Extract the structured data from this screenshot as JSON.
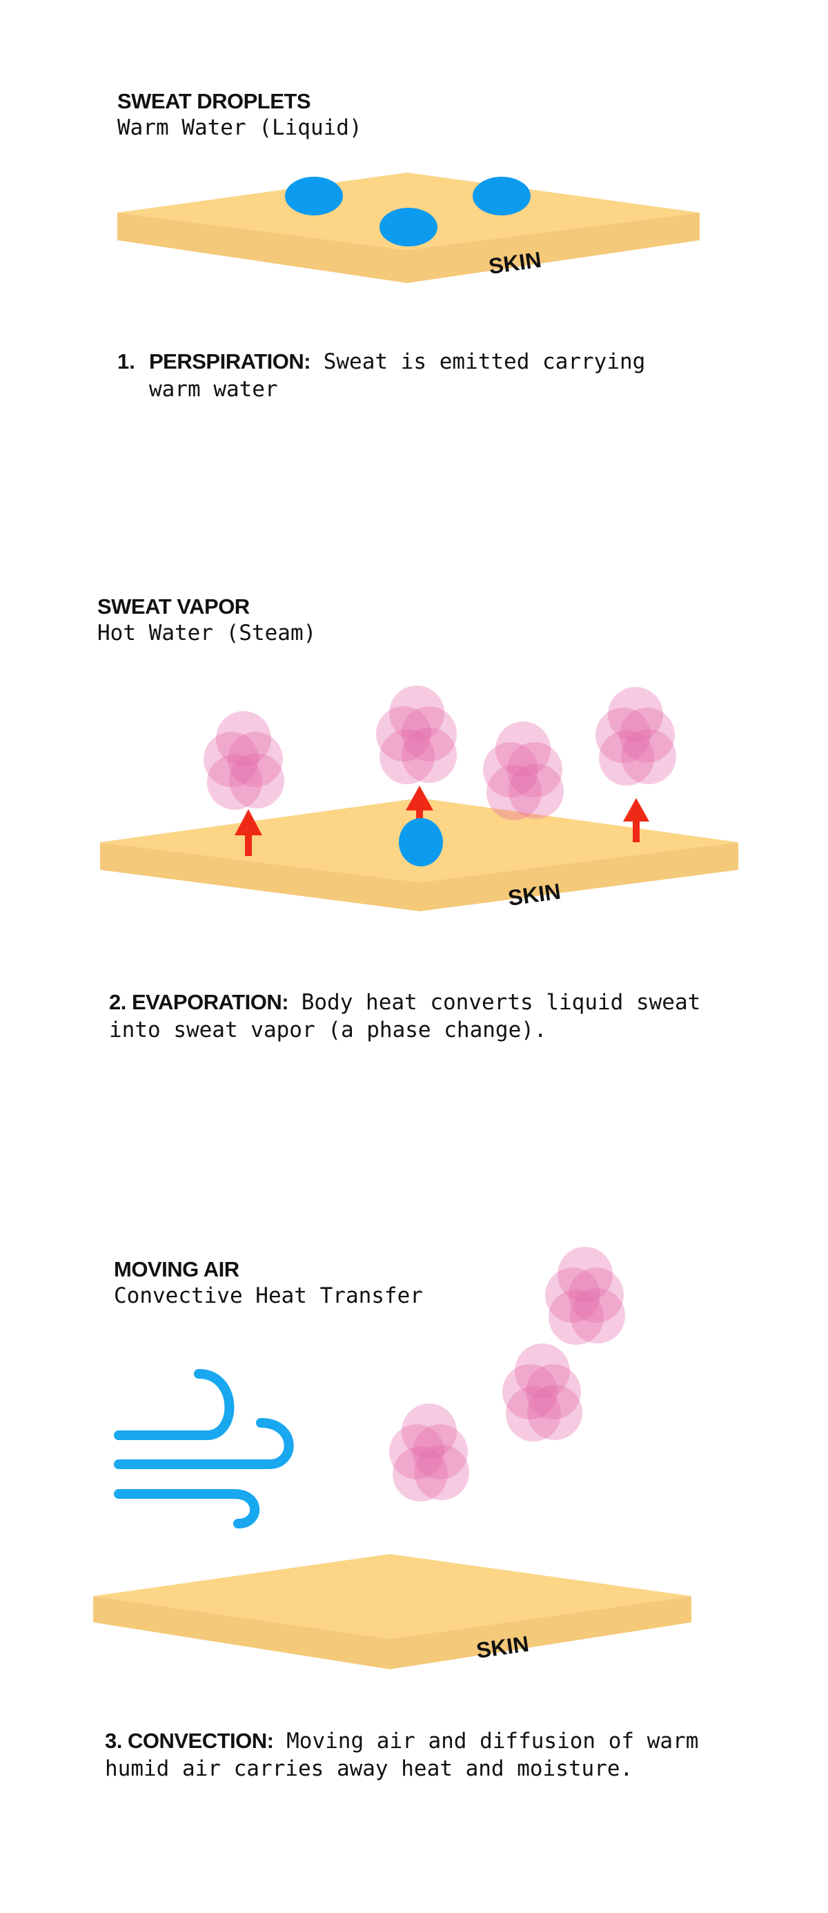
{
  "colors": {
    "skin_top": "#FCD587",
    "skin_side": "#F5C97A",
    "droplet": "#0C9BEF",
    "vapor": "#E56AA8",
    "arrow": "#EE2A16",
    "wind": "#19A7F0",
    "text": "#111111"
  },
  "panel1": {
    "title": "SWEAT DROPLETS",
    "subtitle": "Warm Water (Liquid)",
    "skin_label": "SKIN",
    "caption_number": "1.",
    "caption_lead": "PERSPIRATION:",
    "caption_text": "Sweat is emitted carrying warm water"
  },
  "panel2": {
    "title": "SWEAT VAPOR",
    "subtitle": "Hot Water (Steam)",
    "skin_label": "SKIN",
    "caption_lead": "2. EVAPORATION:",
    "caption_text": "Body heat converts liquid sweat into sweat vapor (a phase change)."
  },
  "panel3": {
    "title": "MOVING AIR",
    "subtitle": "Convective Heat Transfer",
    "skin_label": "SKIN",
    "caption_lead": "3. CONVECTION:",
    "caption_text": "Moving air and diffusion of warm humid air carries away heat and moisture."
  },
  "icons": [
    "sweat-droplet-icon",
    "vapor-cloud-icon",
    "up-arrow-icon",
    "wind-icon"
  ]
}
